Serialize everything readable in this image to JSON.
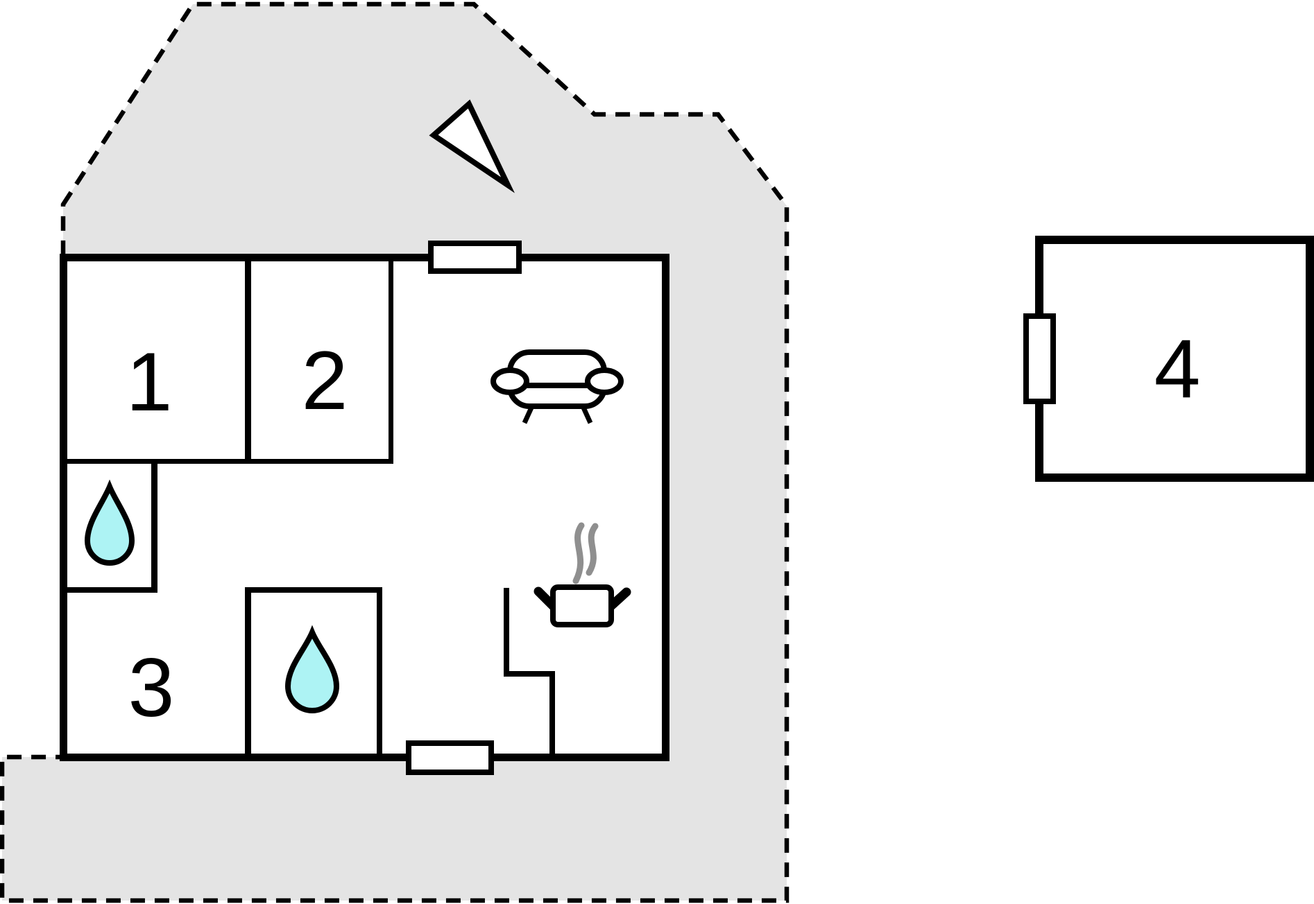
{
  "document": {
    "type": "floor-plan"
  },
  "rooms": {
    "room1": {
      "label": "1"
    },
    "room2": {
      "label": "2"
    },
    "room3": {
      "label": "3"
    },
    "annex": {
      "label": "4"
    }
  },
  "features": {
    "bathrooms_with_water_drop": 2,
    "windows_main_house": 2,
    "windows_annex": 1
  },
  "icons": {
    "north_arrow": "north-arrow-icon",
    "sofa": "sofa-icon",
    "stove": "stove-pot-icon",
    "steam": "steam-icon",
    "water_drop": "water-drop-icon"
  },
  "colors": {
    "wall": "#000000",
    "background": "#ffffff",
    "plot_fill": "#e4e4e4",
    "water_drop_fill": "#adf3f4",
    "steam": "#8f8f8f"
  }
}
